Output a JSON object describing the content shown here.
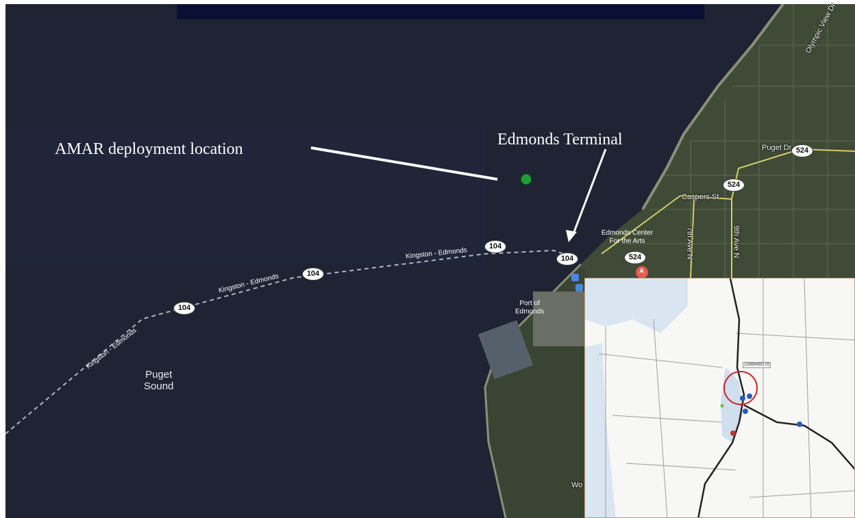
{
  "annotations": {
    "deployment_label": "AMAR deployment location",
    "terminal_label": "Edmonds Terminal"
  },
  "map_labels": {
    "puget_sound": "Puget\nSound",
    "port": "Port of\nEdmonds",
    "arts_center": "Edmonds Center\nFor the Arts",
    "ferry_route": "Kingston - Edmonds",
    "caspers_st": "Caspers St",
    "puget_dr": "Puget Dr",
    "seventh_ave": "7th Ave N",
    "ninth_ave": "9th Ave N",
    "olympic_view": "Olympic View Dr",
    "partial_wo": "Wo"
  },
  "route_shields": [
    "104",
    "104",
    "104",
    "104",
    "524",
    "524",
    "524"
  ],
  "marker_a": "A",
  "inset": {
    "label": "12888488178"
  },
  "colors": {
    "water": "#1f2333",
    "land": "#3d4a33",
    "marker_green": "#1f9d3a",
    "inset_circle": "#d42020",
    "arrow": "#ffffff"
  }
}
